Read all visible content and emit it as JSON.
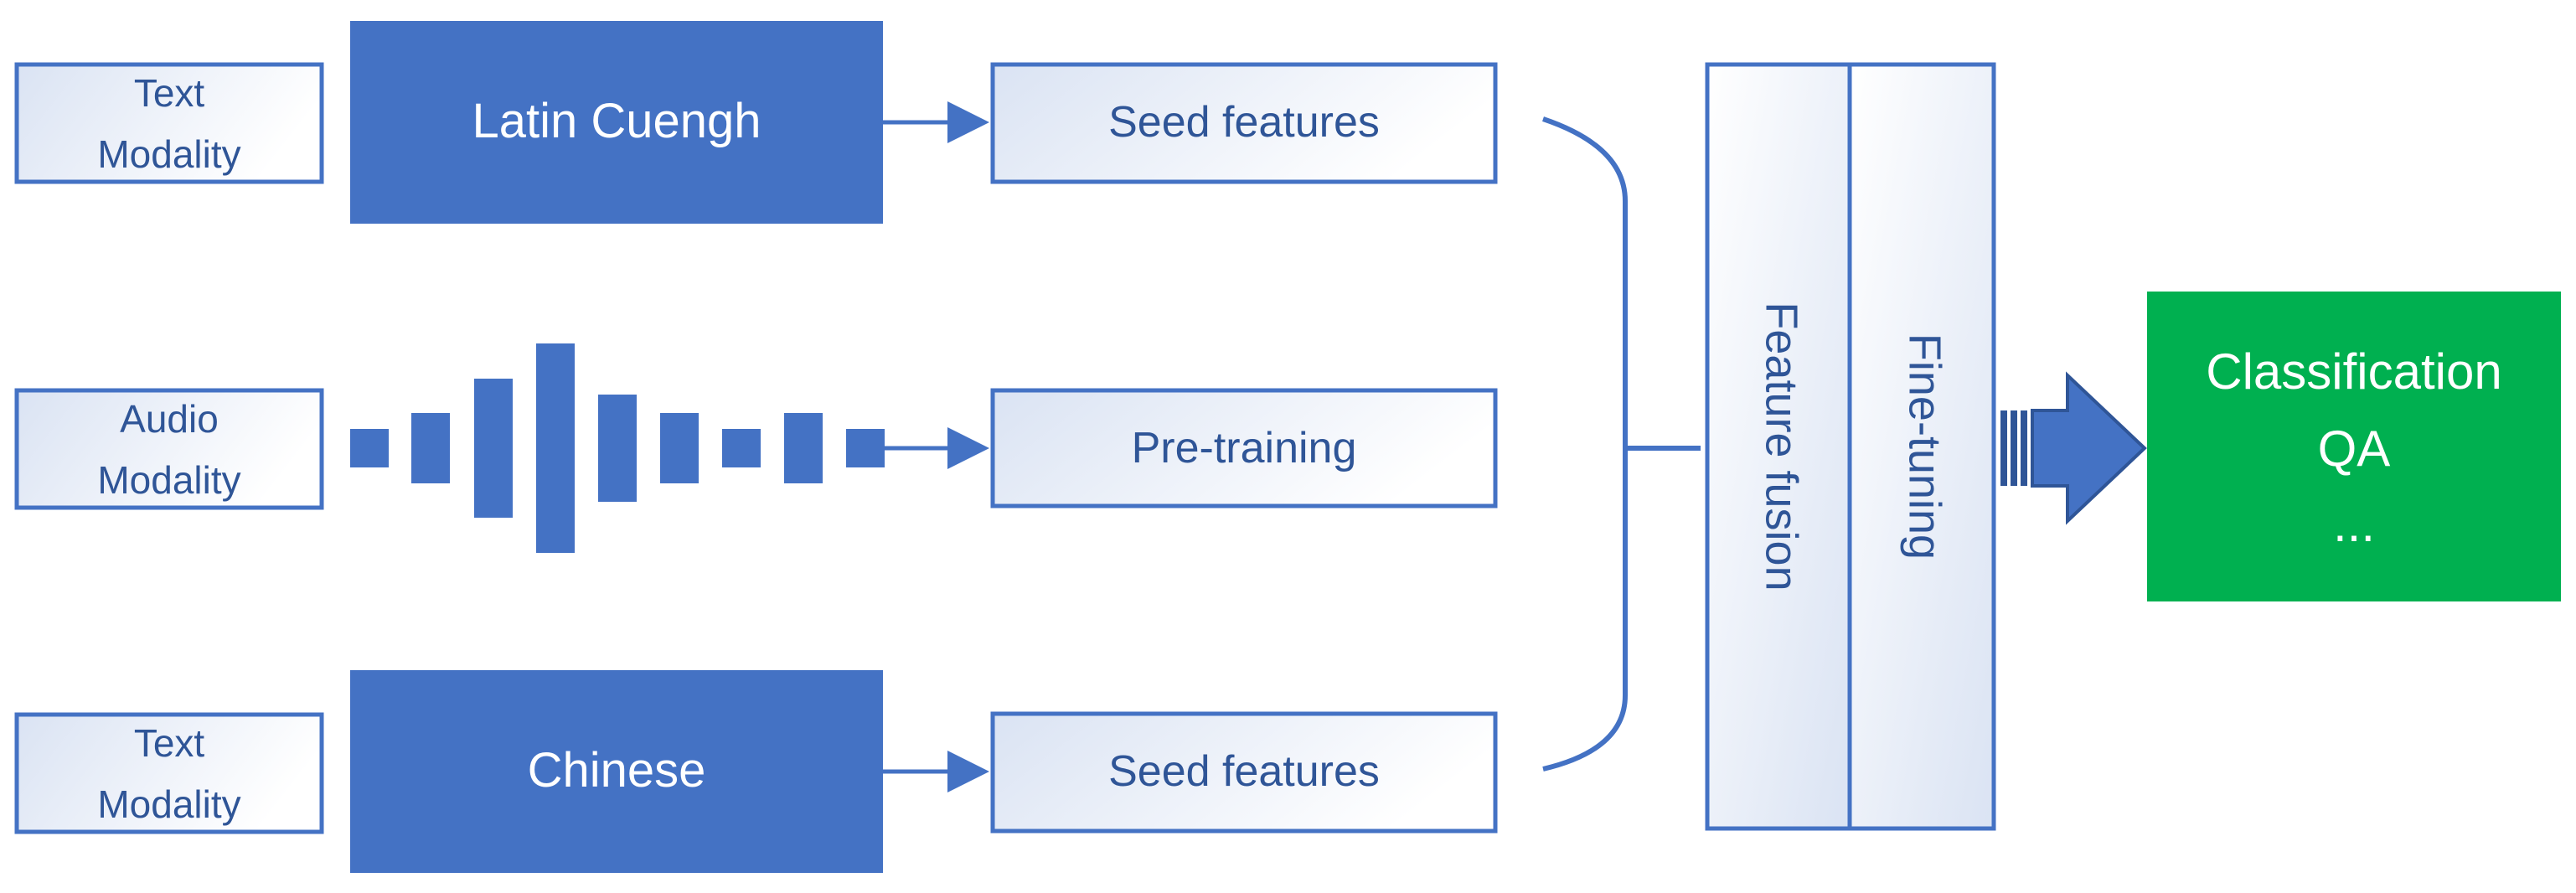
{
  "rows": {
    "top": {
      "modality": [
        "Text",
        "Modality"
      ],
      "source": "Latin Cuengh",
      "target": "Seed features"
    },
    "middle": {
      "modality": [
        "Audio",
        "Modality"
      ],
      "target": "Pre-training"
    },
    "bottom": {
      "modality": [
        "Text",
        "Modality"
      ],
      "source": "Chinese",
      "target": "Seed features"
    }
  },
  "columns": {
    "fusion": "Feature fusion",
    "finetune": "Fine-tuning"
  },
  "output": {
    "lines": [
      "Classification",
      "QA",
      "..."
    ]
  },
  "colors": {
    "blue": "#4472c4",
    "dark_blue": "#2f5597",
    "text_blue": "#2f5597",
    "green": "#00b050",
    "white": "#ffffff",
    "gradient_light": "#dae3f3"
  }
}
